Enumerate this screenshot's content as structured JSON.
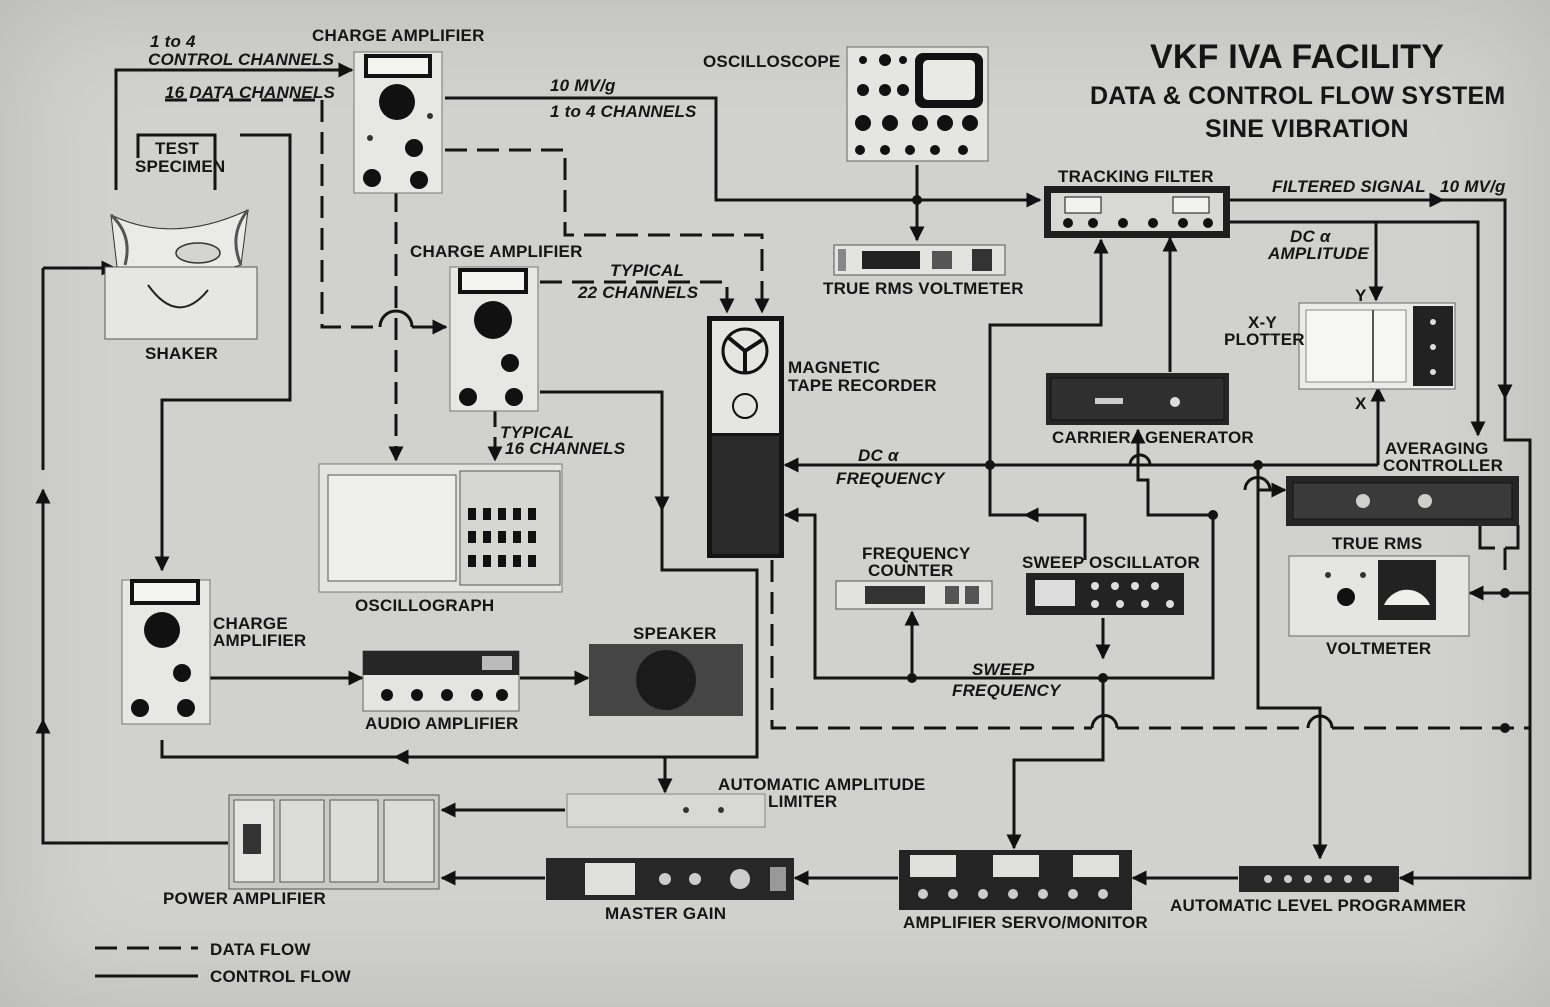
{
  "title": {
    "line1": "VKF IVA FACILITY",
    "line2": "DATA & CONTROL FLOW SYSTEM",
    "line3": "SINE VIBRATION"
  },
  "devices": {
    "charge_amp_top": "CHARGE AMPLIFIER",
    "oscilloscope": "OSCILLOSCOPE",
    "test_specimen": [
      "TEST",
      "SPECIMEN"
    ],
    "shaker": "SHAKER",
    "charge_amp_mid": "CHARGE AMPLIFIER",
    "true_rms_voltmeter": "TRUE RMS VOLTMETER",
    "tracking_filter": "TRACKING FILTER",
    "xy_plotter": [
      "X-Y",
      "PLOTTER"
    ],
    "magnetic_tape_recorder": [
      "MAGNETIC",
      "TAPE RECORDER"
    ],
    "carrier_generator": "CARRIER",
    "carrier_generator_2": "GENERATOR",
    "averaging_controller": [
      "AVERAGING",
      "CONTROLLER"
    ],
    "oscillograph": "OSCILLOGRAPH",
    "frequency_counter": [
      "FREQUENCY",
      "COUNTER"
    ],
    "sweep_oscillator": "SWEEP",
    "sweep_oscillator_2": "OSCILLATOR",
    "true_rms_volt_2": "TRUE RMS",
    "voltmeter_2": "VOLTMETER",
    "charge_amp_bottom": [
      "CHARGE",
      "AMPLIFIER"
    ],
    "speaker": "SPEAKER",
    "audio_amplifier": "AUDIO AMPLIFIER",
    "automatic_amplitude_limiter": [
      "AUTOMATIC AMPLITUDE",
      "LIMITER"
    ],
    "power_amplifier": "POWER AMPLIFIER",
    "master_gain": "MASTER GAIN",
    "amplifier_servo_monitor": "AMPLIFIER SERVO/MONITOR",
    "automatic_level_programmer": "AUTOMATIC LEVEL PROGRAMMER"
  },
  "signals": {
    "control_channels": [
      "1 to 4",
      "CONTROL CHANNELS"
    ],
    "data_channels": "16 DATA CHANNELS",
    "mv_per_g": "10 MV/g",
    "one_to_four_channels": "1 to 4 CHANNELS",
    "typical_22": [
      "TYPICAL",
      "22 CHANNELS"
    ],
    "typical_16": [
      "TYPICAL",
      "16 CHANNELS"
    ],
    "filtered_signal": "FILTERED SIGNAL",
    "filtered_mv": "10 MV/g",
    "dc_amplitude": [
      "DC α",
      "AMPLITUDE"
    ],
    "plotter_y": "Y",
    "plotter_x": "X",
    "dc_frequency": [
      "DC α",
      "FREQUENCY"
    ],
    "sweep_frequency": [
      "SWEEP",
      "FREQUENCY"
    ]
  },
  "legend": {
    "data_flow": "DATA FLOW",
    "control_flow": "CONTROL FLOW"
  }
}
